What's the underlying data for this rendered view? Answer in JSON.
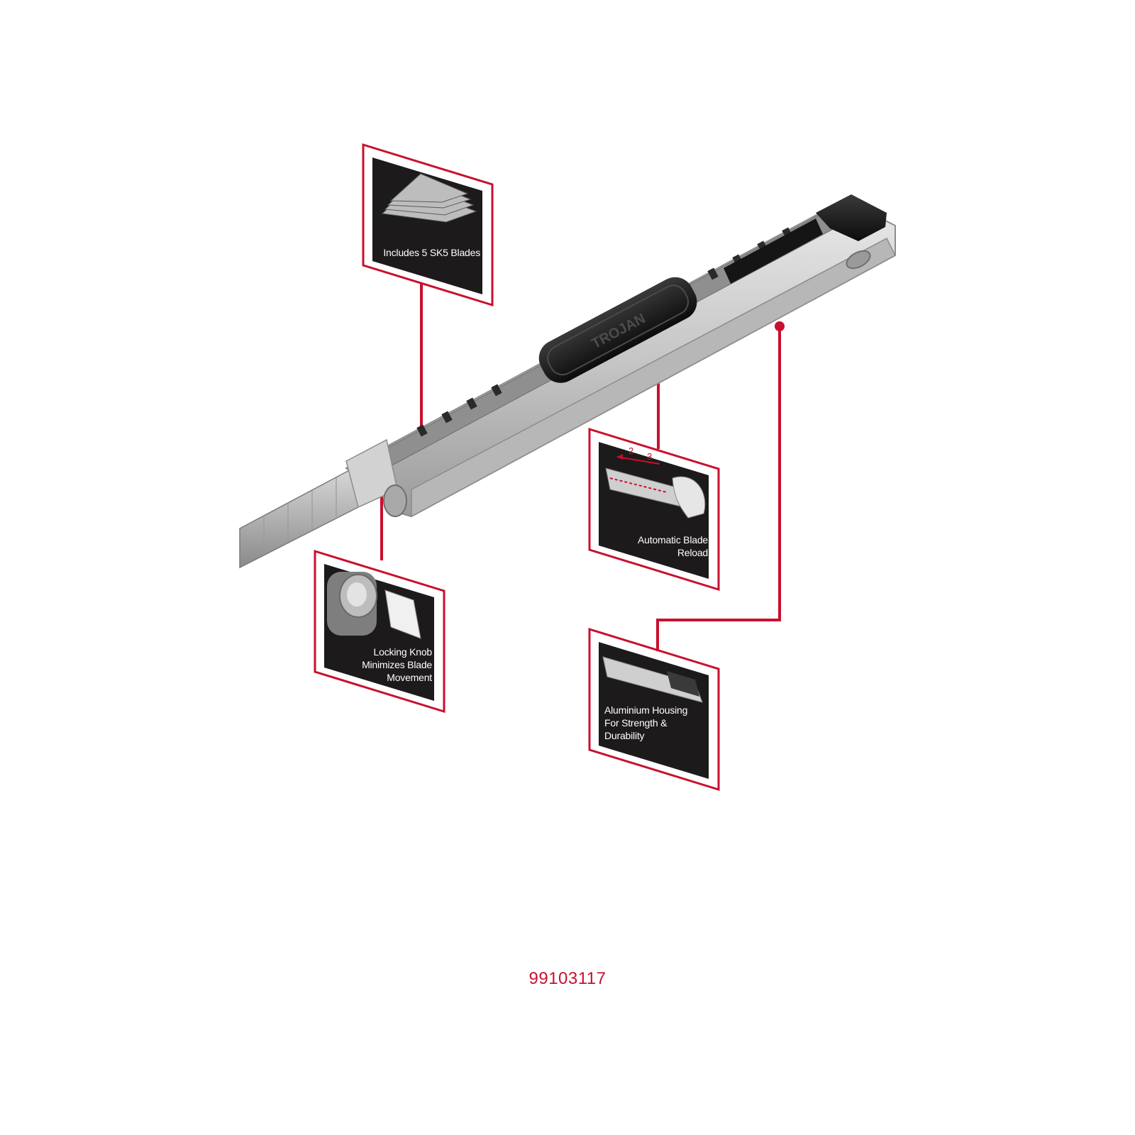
{
  "product": {
    "sku": "99103117",
    "brand_mark": "TROJAN"
  },
  "callouts": {
    "blades": {
      "label": "Includes 5 SK5 Blades"
    },
    "knob": {
      "label": "Locking Knob Minimizes Blade Movement"
    },
    "reload": {
      "label": "Automatic Blade Reload",
      "step_2": "2",
      "step_3": "3"
    },
    "housing": {
      "label": "Aluminium Housing For Strength & Durability"
    }
  },
  "colors": {
    "accent": "#c8102e",
    "panel": "#1c1a1a",
    "silver": "#c9c9c9",
    "grip": "#1e1e1e"
  }
}
